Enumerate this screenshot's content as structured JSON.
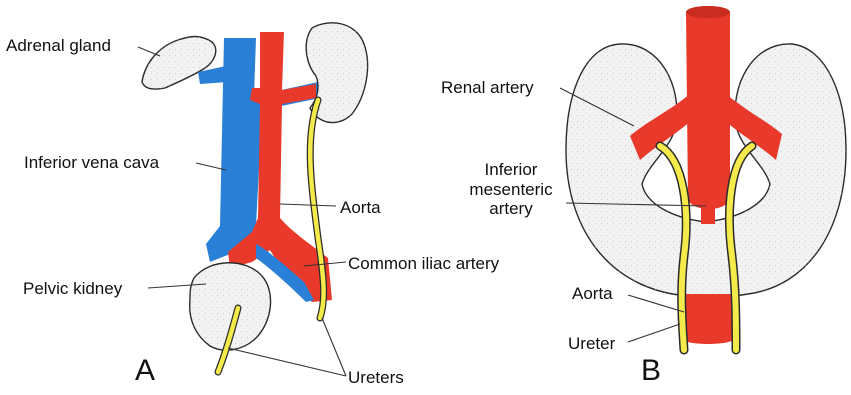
{
  "colors": {
    "artery": "#e8392a",
    "vein": "#2a7fd6",
    "ureter": "#f4ea4a",
    "kidney_fill": "#f2f2f2",
    "outline": "#2b2b2b",
    "leader": "#333333"
  },
  "panel_a": {
    "letter": "A",
    "labels": {
      "adrenal_gland": "Adrenal gland",
      "inferior_vena_cava": "Inferior vena cava",
      "aorta": "Aorta",
      "common_iliac_artery": "Common iliac artery",
      "pelvic_kidney": "Pelvic kidney",
      "ureters": "Ureters"
    }
  },
  "panel_b": {
    "letter": "B",
    "labels": {
      "renal_artery": "Renal artery",
      "inferior_mesenteric_artery": "Inferior\nmesenteric\nartery",
      "aorta": "Aorta",
      "ureter": "Ureter"
    }
  }
}
